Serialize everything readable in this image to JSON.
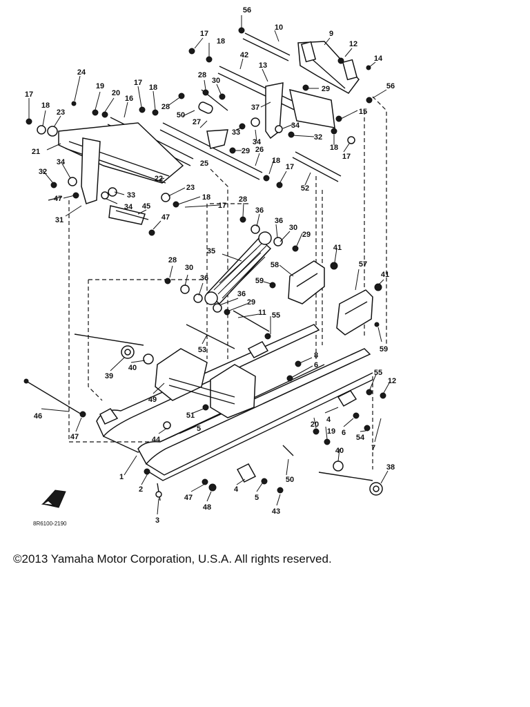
{
  "diagram": {
    "reference_code": "8R6100-2190",
    "callouts": [
      {
        "id": "c56a",
        "label": "56"
      },
      {
        "id": "c10",
        "label": "10"
      },
      {
        "id": "c9",
        "label": "9"
      },
      {
        "id": "c12a",
        "label": "12"
      },
      {
        "id": "c14",
        "label": "14"
      },
      {
        "id": "c56b",
        "label": "56"
      },
      {
        "id": "c17a",
        "label": "17"
      },
      {
        "id": "c18a",
        "label": "18"
      },
      {
        "id": "c42",
        "label": "42"
      },
      {
        "id": "c13",
        "label": "13"
      },
      {
        "id": "c24",
        "label": "24"
      },
      {
        "id": "c28a",
        "label": "28"
      },
      {
        "id": "c30a",
        "label": "30"
      },
      {
        "id": "c29a",
        "label": "29"
      },
      {
        "id": "c17b",
        "label": "17"
      },
      {
        "id": "c19a",
        "label": "19"
      },
      {
        "id": "c20a",
        "label": "20"
      },
      {
        "id": "c17c",
        "label": "17"
      },
      {
        "id": "c18b",
        "label": "18"
      },
      {
        "id": "c28b",
        "label": "28"
      },
      {
        "id": "c16",
        "label": "16"
      },
      {
        "id": "c37",
        "label": "37"
      },
      {
        "id": "c15",
        "label": "15"
      },
      {
        "id": "c18c",
        "label": "18"
      },
      {
        "id": "c23a",
        "label": "23"
      },
      {
        "id": "c50a",
        "label": "50"
      },
      {
        "id": "c27",
        "label": "27"
      },
      {
        "id": "c33a",
        "label": "33"
      },
      {
        "id": "c34a",
        "label": "34"
      },
      {
        "id": "c34b",
        "label": "34"
      },
      {
        "id": "c32a",
        "label": "32"
      },
      {
        "id": "c21",
        "label": "21"
      },
      {
        "id": "c29b",
        "label": "29"
      },
      {
        "id": "c26",
        "label": "26"
      },
      {
        "id": "c18d",
        "label": "18"
      },
      {
        "id": "c17d",
        "label": "17"
      },
      {
        "id": "c25",
        "label": "25"
      },
      {
        "id": "c18e",
        "label": "18"
      },
      {
        "id": "c17e",
        "label": "17"
      },
      {
        "id": "c32b",
        "label": "32"
      },
      {
        "id": "c34c",
        "label": "34"
      },
      {
        "id": "c22",
        "label": "22"
      },
      {
        "id": "c52",
        "label": "52"
      },
      {
        "id": "c47a",
        "label": "47"
      },
      {
        "id": "c33b",
        "label": "33"
      },
      {
        "id": "c23b",
        "label": "23"
      },
      {
        "id": "c18f",
        "label": "18"
      },
      {
        "id": "c17f",
        "label": "17"
      },
      {
        "id": "c34d",
        "label": "34"
      },
      {
        "id": "c45",
        "label": "45"
      },
      {
        "id": "c28c",
        "label": "28"
      },
      {
        "id": "c36a",
        "label": "36"
      },
      {
        "id": "c31",
        "label": "31"
      },
      {
        "id": "c47b",
        "label": "47"
      },
      {
        "id": "c36b",
        "label": "36"
      },
      {
        "id": "c30b",
        "label": "30"
      },
      {
        "id": "c29c",
        "label": "29"
      },
      {
        "id": "c41a",
        "label": "41"
      },
      {
        "id": "c35",
        "label": "35"
      },
      {
        "id": "c57",
        "label": "57"
      },
      {
        "id": "c28d",
        "label": "28"
      },
      {
        "id": "c30c",
        "label": "30"
      },
      {
        "id": "c58",
        "label": "58"
      },
      {
        "id": "c59a",
        "label": "59"
      },
      {
        "id": "c41b",
        "label": "41"
      },
      {
        "id": "c36c",
        "label": "36"
      },
      {
        "id": "c36d",
        "label": "36"
      },
      {
        "id": "c29d",
        "label": "29"
      },
      {
        "id": "c11",
        "label": "11"
      },
      {
        "id": "c55a",
        "label": "55"
      },
      {
        "id": "c59b",
        "label": "59"
      },
      {
        "id": "c53",
        "label": "53"
      },
      {
        "id": "c39",
        "label": "39"
      },
      {
        "id": "c8",
        "label": "8"
      },
      {
        "id": "c6a",
        "label": "6"
      },
      {
        "id": "c40a",
        "label": "40"
      },
      {
        "id": "c55b",
        "label": "55"
      },
      {
        "id": "c12b",
        "label": "12"
      },
      {
        "id": "c49",
        "label": "49"
      },
      {
        "id": "c46",
        "label": "46"
      },
      {
        "id": "c47c",
        "label": "47"
      },
      {
        "id": "c51",
        "label": "51"
      },
      {
        "id": "c4a",
        "label": "4"
      },
      {
        "id": "c6b",
        "label": "6"
      },
      {
        "id": "c54",
        "label": "54"
      },
      {
        "id": "c5a",
        "label": "5"
      },
      {
        "id": "c20b",
        "label": "20"
      },
      {
        "id": "c19b",
        "label": "19"
      },
      {
        "id": "c7",
        "label": "7"
      },
      {
        "id": "c44",
        "label": "44"
      },
      {
        "id": "c40b",
        "label": "40"
      },
      {
        "id": "c38",
        "label": "38"
      },
      {
        "id": "c1",
        "label": "1"
      },
      {
        "id": "c50b",
        "label": "50"
      },
      {
        "id": "c2",
        "label": "2"
      },
      {
        "id": "c4b",
        "label": "4"
      },
      {
        "id": "c5b",
        "label": "5"
      },
      {
        "id": "c47d",
        "label": "47"
      },
      {
        "id": "c48",
        "label": "48"
      },
      {
        "id": "c43",
        "label": "43"
      },
      {
        "id": "c3",
        "label": "3"
      }
    ]
  },
  "footer": {
    "copyright": "©2013 Yamaha Motor Corporation, U.S.A. All rights reserved."
  }
}
